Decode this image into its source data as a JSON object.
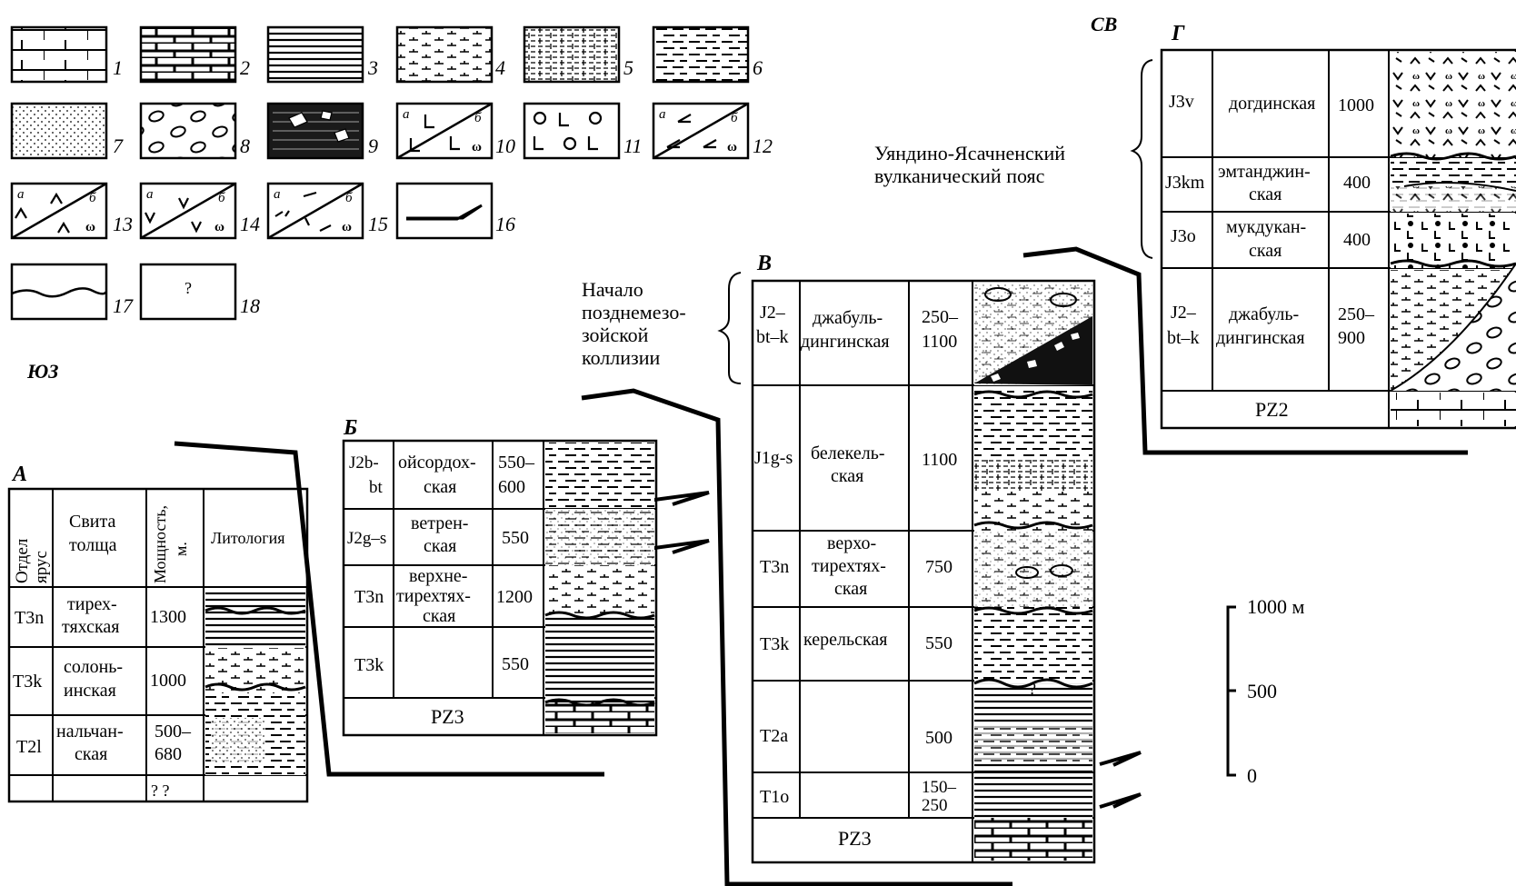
{
  "directions": {
    "sw": "ЮЗ",
    "ne": "СВ"
  },
  "legend": [
    {
      "n": "1"
    },
    {
      "n": "2"
    },
    {
      "n": "3"
    },
    {
      "n": "4"
    },
    {
      "n": "5"
    },
    {
      "n": "6"
    },
    {
      "n": "7"
    },
    {
      "n": "8"
    },
    {
      "n": "9"
    },
    {
      "n": "10"
    },
    {
      "n": "11"
    },
    {
      "n": "12"
    },
    {
      "n": "13"
    },
    {
      "n": "14"
    },
    {
      "n": "15"
    },
    {
      "n": "16"
    },
    {
      "n": "17"
    },
    {
      "n": "18"
    }
  ],
  "legend_sub": {
    "a": "а",
    "b": "б",
    "q": "?"
  },
  "annotations": {
    "collision_l1": "Начало",
    "collision_l2": "позднемезо-",
    "collision_l3": "зойской",
    "collision_l4": "коллизии",
    "belt_l1": "Уяндино-Ясачненский",
    "belt_l2": "вулканический пояс"
  },
  "scale": {
    "top": "1000 м",
    "mid": "500",
    "bottom": "0"
  },
  "columns": {
    "A": {
      "letter": "А",
      "headers": {
        "stage_l1": "Отдел",
        "stage_l2": "ярус",
        "suite_l1": "Свита",
        "suite_l2": "толща",
        "thick_l1": "Мощность,",
        "thick_l2": "м.",
        "lith": "Литология"
      },
      "rows": [
        {
          "stage": "T3n",
          "suite_l1": "тирех-",
          "suite_l2": "тяхская",
          "thick_l1": "1300",
          "thick_l2": ""
        },
        {
          "stage": "T3k",
          "suite_l1": "солонь-",
          "suite_l2": "инская",
          "thick_l1": "1000",
          "thick_l2": ""
        },
        {
          "stage": "T2l",
          "suite_l1": "нальчан-",
          "suite_l2": "ская",
          "thick_l1": "500–",
          "thick_l2": "680"
        }
      ],
      "bottom_q": "?   ?"
    },
    "B": {
      "letter": "Б",
      "rows": [
        {
          "stage_l1": "J2b-",
          "stage_l2": "bt",
          "suite_l1": "ойсордох-",
          "suite_l2": "ская",
          "suite_l3": "",
          "thick_l1": "550–",
          "thick_l2": "600"
        },
        {
          "stage_l1": "J2g–s",
          "stage_l2": "",
          "suite_l1": "ветрен-",
          "suite_l2": "ская",
          "suite_l3": "",
          "thick_l1": "550",
          "thick_l2": ""
        },
        {
          "stage_l1": "T3n",
          "stage_l2": "",
          "suite_l1": "верхне-",
          "suite_l2": "тирехтях-",
          "suite_l3": "ская",
          "thick_l1": "1200",
          "thick_l2": ""
        },
        {
          "stage_l1": "T3k",
          "stage_l2": "",
          "suite_l1": "",
          "suite_l2": "",
          "suite_l3": "",
          "thick_l1": "550",
          "thick_l2": ""
        }
      ],
      "base": "PZ3"
    },
    "V": {
      "letter": "В",
      "rows": [
        {
          "stage_l1": "J2–",
          "stage_l2": "bt–k",
          "suite_l1": "джабуль-",
          "suite_l2": "дингинская",
          "suite_l3": "",
          "thick_l1": "250–",
          "thick_l2": "1100"
        },
        {
          "stage_l1": "J1g-s",
          "stage_l2": "",
          "suite_l1": "белекель-",
          "suite_l2": "ская",
          "suite_l3": "",
          "thick_l1": "1100",
          "thick_l2": ""
        },
        {
          "stage_l1": "T3n",
          "stage_l2": "",
          "suite_l1": "верхо-",
          "suite_l2": "тирехтях-",
          "suite_l3": "ская",
          "thick_l1": "750",
          "thick_l2": ""
        },
        {
          "stage_l1": "T3k",
          "stage_l2": "",
          "suite_l1": "керельская",
          "suite_l2": "",
          "suite_l3": "",
          "thick_l1": "550",
          "thick_l2": ""
        },
        {
          "stage_l1": "T2a",
          "stage_l2": "",
          "suite_l1": "",
          "suite_l2": "",
          "suite_l3": "",
          "thick_l1": "500",
          "thick_l2": ""
        },
        {
          "stage_l1": "T1o",
          "stage_l2": "",
          "suite_l1": "",
          "suite_l2": "",
          "suite_l3": "",
          "thick_l1": "150–",
          "thick_l2": "250"
        }
      ],
      "base": "PZ3",
      "q": "?"
    },
    "G": {
      "letter": "Г",
      "rows": [
        {
          "stage_l1": "J3v",
          "stage_l2": "",
          "suite_l1": "догдинская",
          "suite_l2": "",
          "thick_l1": "1000",
          "thick_l2": ""
        },
        {
          "stage_l1": "J3km",
          "stage_l2": "",
          "suite_l1": "эмтанджин-",
          "suite_l2": "ская",
          "thick_l1": "400",
          "thick_l2": ""
        },
        {
          "stage_l1": "J3o",
          "stage_l2": "",
          "suite_l1": "мукдукан-",
          "suite_l2": "ская",
          "thick_l1": "400",
          "thick_l2": ""
        },
        {
          "stage_l1": "J2–",
          "stage_l2": "bt–k",
          "suite_l1": "джабуль-",
          "suite_l2": "дингинская",
          "thick_l1": "250–",
          "thick_l2": "900"
        }
      ],
      "base": "PZ2"
    }
  }
}
